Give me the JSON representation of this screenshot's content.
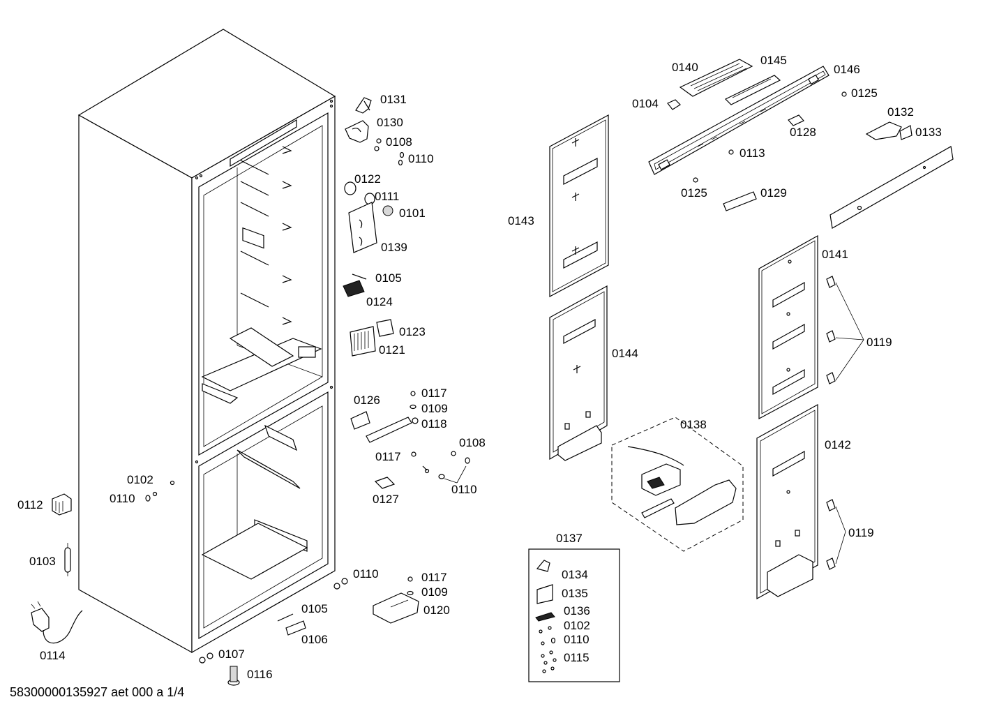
{
  "diagram": {
    "document_code": "58300000135927 aet 000 a 1/4",
    "part_labels": [
      "0131",
      "0130",
      "0108",
      "0110",
      "0122",
      "0111",
      "0101",
      "0139",
      "0105",
      "0124",
      "0123",
      "0121",
      "0126",
      "0117",
      "0109",
      "0118",
      "0108",
      "0117",
      "0110",
      "0127",
      "0102",
      "0110",
      "0112",
      "0103",
      "0114",
      "0110",
      "0117",
      "0109",
      "0120",
      "0105",
      "0106",
      "0107",
      "0116",
      "0140",
      "0145",
      "0146",
      "0104",
      "0125",
      "0128",
      "0132",
      "0133",
      "0113",
      "0125",
      "0129",
      "0143",
      "0141",
      "0119",
      "0144",
      "0138",
      "0142",
      "0119",
      "0137",
      "0134",
      "0135",
      "0136",
      "0102",
      "0110",
      "0115"
    ]
  }
}
